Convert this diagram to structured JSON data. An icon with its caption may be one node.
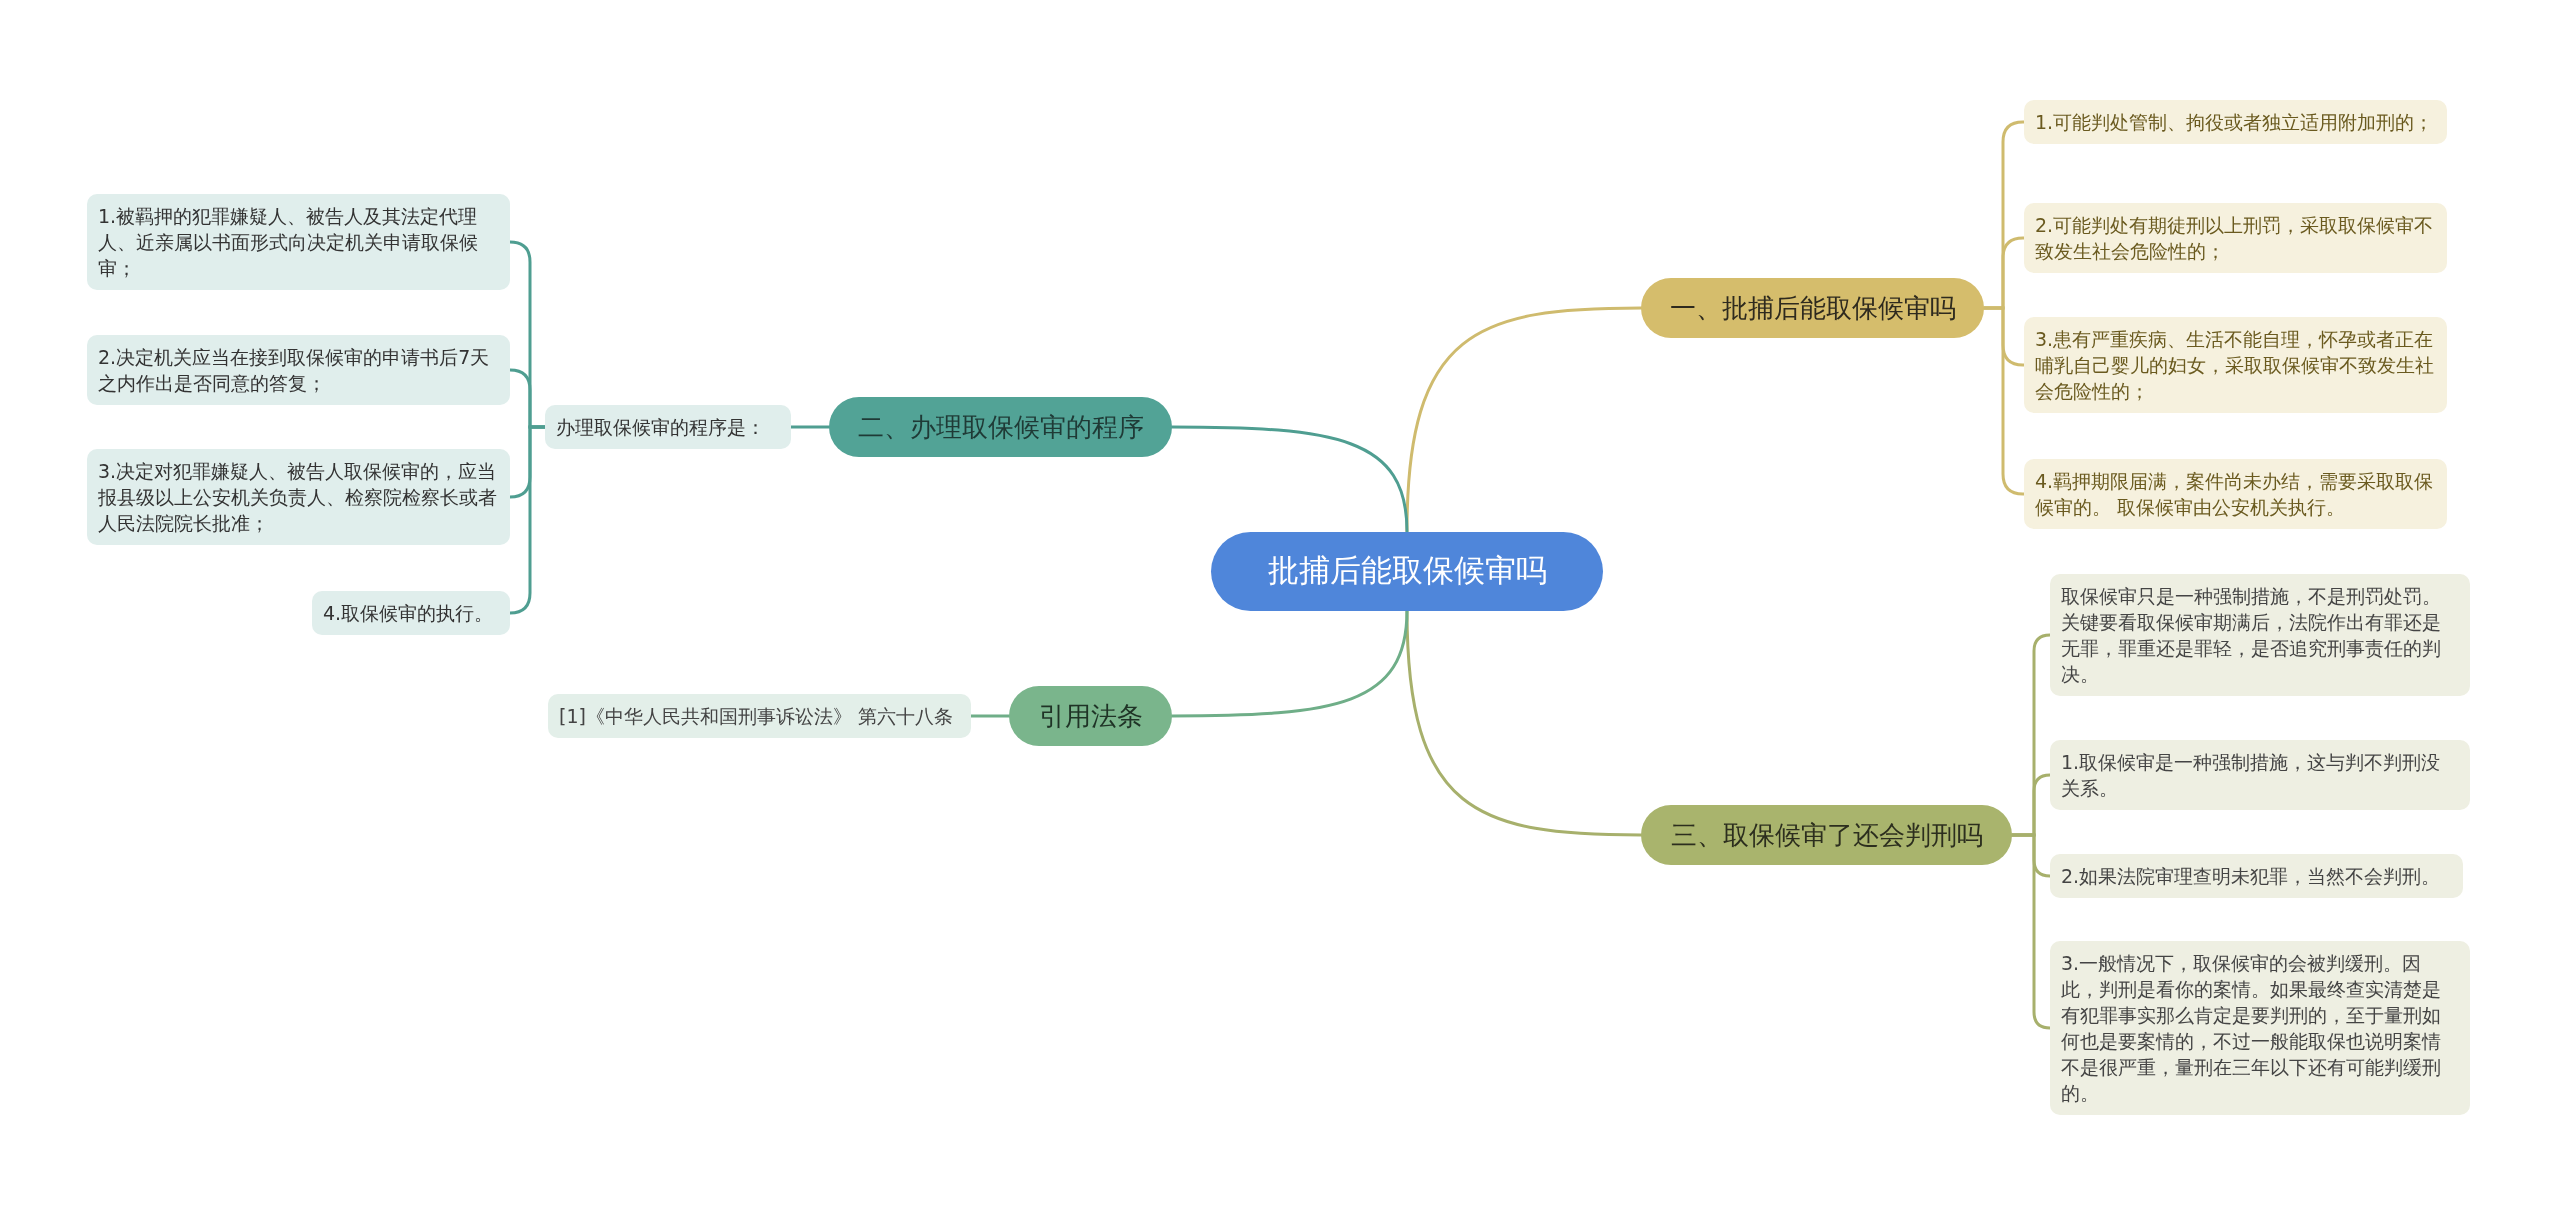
{
  "diagram": {
    "nodes": [
      {
        "text": [
          "批捕后能取保候审吗"
        ]
      },
      {
        "text": [
          "一、批捕后能取保候审吗"
        ]
      },
      {
        "text": [
          "1.可能判处管制、拘役或者独立适用附加刑的；"
        ]
      },
      {
        "text": [
          "2.可能判处有期徒刑以上刑罚，采取取保候审不致发生社会危险性的；"
        ]
      },
      {
        "text": [
          "3.患有严重疾病、生活不能自理，怀孕或者正在哺乳自己婴儿的妇女，采取取保候审不致发生社会危险性的；"
        ]
      },
      {
        "text": [
          "4.羁押期限届满，案件尚未办结，需要采取取保候审的。 取保候审由公安机关执行。"
        ]
      },
      {
        "text": [
          "二、办理取保候审的程序"
        ]
      },
      {
        "text": [
          "办理取保候审的程序是："
        ]
      },
      {
        "text": [
          "1.被羁押的犯罪嫌疑人、被告人及其法定代理人、近亲属以书面形式向决定机关申请取保候审；"
        ]
      },
      {
        "text": [
          "2.决定机关应当在接到取保候审的申请书后7天之内作出是否同意的答复；"
        ]
      },
      {
        "text": [
          "3.决定对犯罪嫌疑人、被告人取保候审的，应当报县级以上公安机关负责人、检察院检察长或者人民法院院长批准；"
        ]
      },
      {
        "text": [
          "4.取保候审的执行。"
        ]
      },
      {
        "text": [
          "三、取保候审了还会判刑吗"
        ]
      },
      {
        "text": [
          "取保候审只是一种强制措施，不是刑罚处罚。关键要看取保候审期满后，法院作出有罪还是无罪，罪重还是罪轻，是否追究刑事责任的判决。"
        ]
      },
      {
        "text": [
          "1.取保候审是一种强制措施，这与判不判刑没关系。"
        ]
      },
      {
        "text": [
          "2.如果法院审理查明未犯罪，当然不会判刑。"
        ]
      },
      {
        "text": [
          "3.一般情况下，取保候审的会被判缓刑。因此，判刑是看你的案情。如果最终查实清楚是有犯罪事实那么肯定是要判刑的，至于量刑如何也是要案情的，不过一般能取保也说明案情不是很严重，量刑在三年以下还有可能判缓刑的。"
        ]
      },
      {
        "text": [
          "引用法条"
        ]
      },
      {
        "text": [
          "[1]《中华人民共和国刑事诉讼法》 第六十八条"
        ]
      }
    ],
    "edges": [
      {
        "from": 0,
        "to": 1,
        "arrow": "none",
        "color": "#cfbb6e"
      },
      {
        "from": 1,
        "to": 2,
        "arrow": "none",
        "color": "#cfbb6e"
      },
      {
        "from": 1,
        "to": 3,
        "arrow": "none",
        "color": "#cfbb6e"
      },
      {
        "from": 1,
        "to": 4,
        "arrow": "none",
        "color": "#cfbb6e"
      },
      {
        "from": 1,
        "to": 5,
        "arrow": "none",
        "color": "#cfbb6e"
      },
      {
        "from": 0,
        "to": 6,
        "arrow": "none",
        "color": "#4f9e91"
      },
      {
        "from": 6,
        "to": 7,
        "arrow": "none",
        "color": "#4f9e91"
      },
      {
        "from": 7,
        "to": 8,
        "arrow": "none",
        "color": "#4f9e91"
      },
      {
        "from": 7,
        "to": 9,
        "arrow": "none",
        "color": "#4f9e91"
      },
      {
        "from": 7,
        "to": 10,
        "arrow": "none",
        "color": "#4f9e91"
      },
      {
        "from": 7,
        "to": 11,
        "arrow": "none",
        "color": "#4f9e91"
      },
      {
        "from": 0,
        "to": 12,
        "arrow": "none",
        "color": "#a7b06c"
      },
      {
        "from": 12,
        "to": 13,
        "arrow": "none",
        "color": "#a7b06c"
      },
      {
        "from": 12,
        "to": 14,
        "arrow": "none",
        "color": "#a7b06c"
      },
      {
        "from": 12,
        "to": 15,
        "arrow": "none",
        "color": "#a7b06c"
      },
      {
        "from": 12,
        "to": 16,
        "arrow": "none",
        "color": "#a7b06c"
      },
      {
        "from": 0,
        "to": 17,
        "arrow": "none",
        "color": "#6fae88"
      },
      {
        "from": 17,
        "to": 18,
        "arrow": "none",
        "color": "#6fae88"
      }
    ]
  }
}
